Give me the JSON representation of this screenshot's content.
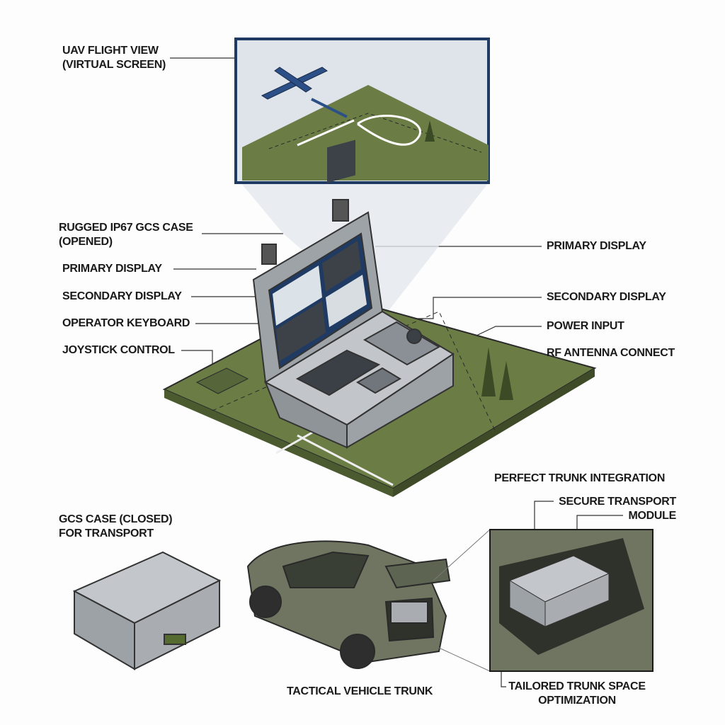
{
  "labels": {
    "uav_view_1": "UAV FLIGHT VIEW",
    "uav_view_2": "(VIRTUAL SCREEN)",
    "case_open_1": "RUGGED IP67 GCS CASE",
    "case_open_2": "(OPENED)",
    "primary_left": "PRIMARY DISPLAY",
    "secondary_left": "SECONDARY DISPLAY",
    "keyboard": "OPERATOR KEYBOARD",
    "joystick": "JOYSTICK CONTROL",
    "primary_right": "PRIMARY DISPLAY",
    "secondary_right": "SECONDARY DISPLAY",
    "power": "POWER INPUT",
    "rf": "RF ANTENNA CONNECT",
    "trunk_integration": "PERFECT TRUNK INTEGRATION",
    "secure_1": "SECURE TRANSPORT",
    "secure_2": "MODULE",
    "closed_1": "GCS CASE (CLOSED)",
    "closed_2": "FOR TRANSPORT",
    "vehicle": "TACTICAL VEHICLE TRUNK",
    "tailored_1": "TAILORED TRUNK SPACE",
    "tailored_2": "OPTIMIZATION"
  },
  "colors": {
    "navy": "#1f3a63",
    "terrain": "#6b7d45",
    "case_gray": "#a9adb1",
    "vehicle": "#6f7560"
  }
}
